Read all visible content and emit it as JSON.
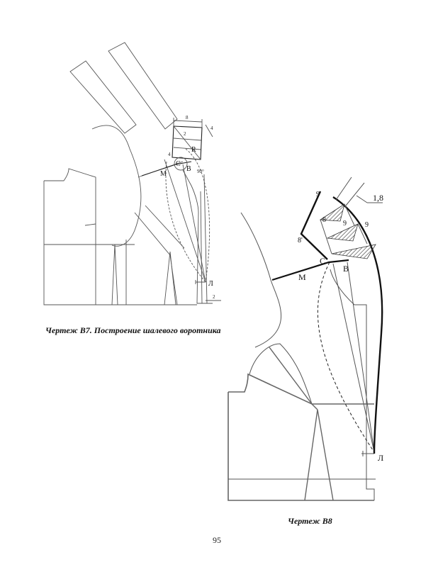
{
  "figure_b7": {
    "caption": "Чертеж В7. Построение шалевого воротника",
    "labels": {
      "m": "М",
      "c": "С",
      "b": "В",
      "l": "Л",
      "r": "R",
      "dim_8": "8",
      "dim_4_top": "4",
      "dim_4_left": "4",
      "dim_2_top": "2",
      "dim_2_bottom": "2",
      "angle_90": "90°"
    }
  },
  "figure_b8": {
    "caption": "Чертеж В8",
    "labels": {
      "m": "М",
      "c": "С",
      "b": "В",
      "l": "Л",
      "offset": "1,8",
      "p9_top": "9'",
      "p9_right": "9",
      "p9_lower": "9",
      "p8_upper": "8",
      "p8_left": "8'"
    }
  },
  "page_number": "95",
  "colors": {
    "line": "#333333",
    "thin": "#777777",
    "hatch": "#444444"
  }
}
